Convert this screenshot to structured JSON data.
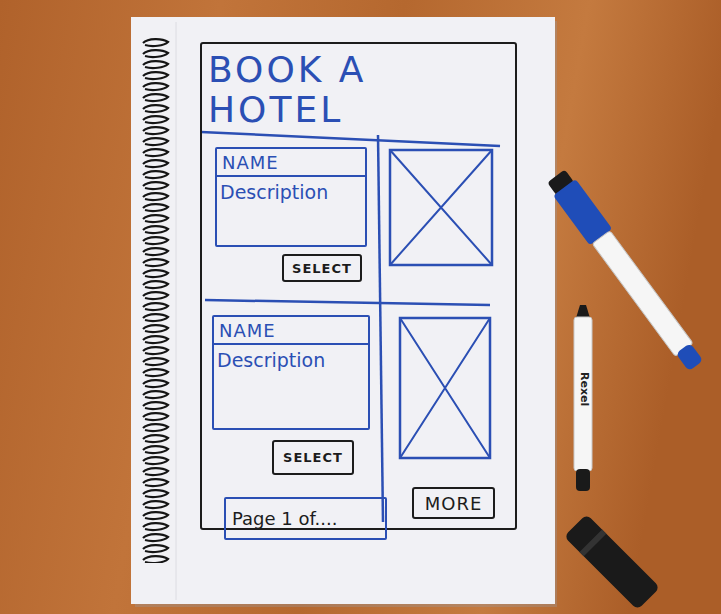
{
  "diagram": {
    "nodes": [
      {
        "text": [
          "BOOK A HOTEL"
        ]
      },
      {
        "text": [
          "NAME",
          "Description"
        ],
        "in": 0
      },
      {
        "text": [
          "SELECT"
        ],
        "in": 0
      },
      {
        "text": [
          "NAME",
          "Description"
        ],
        "in": 0
      },
      {
        "text": [
          "SELECT"
        ],
        "in": 0
      },
      {
        "text": [
          "Page 1 of...."
        ],
        "in": 0
      },
      {
        "text": [
          "MORE"
        ],
        "in": 0
      }
    ],
    "labels": [
      "Rexel"
    ]
  }
}
